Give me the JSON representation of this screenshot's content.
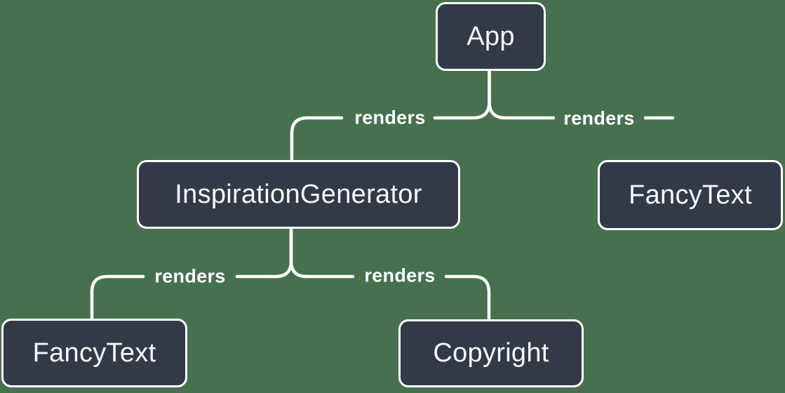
{
  "colors": {
    "background": "#47704F",
    "node_fill": "#333A47",
    "node_border": "#FFFFFF",
    "node_text": "#F6F7F9",
    "connector_line": "#FFFFFF",
    "edge_label_text": "#FFFFFF"
  },
  "diagram": {
    "type": "component-render-tree",
    "nodes": {
      "app": {
        "label": "App"
      },
      "inspiration_generator": {
        "label": "InspirationGenerator"
      },
      "fancy_text_top": {
        "label": "FancyText"
      },
      "fancy_text_bottom": {
        "label": "FancyText"
      },
      "copyright": {
        "label": "Copyright"
      }
    },
    "edges": [
      {
        "from": "App",
        "to": "InspirationGenerator",
        "label": "renders"
      },
      {
        "from": "App",
        "to": "FancyText",
        "label": "renders"
      },
      {
        "from": "InspirationGenerator",
        "to": "FancyText",
        "label": "renders"
      },
      {
        "from": "InspirationGenerator",
        "to": "Copyright",
        "label": "renders"
      }
    ]
  }
}
